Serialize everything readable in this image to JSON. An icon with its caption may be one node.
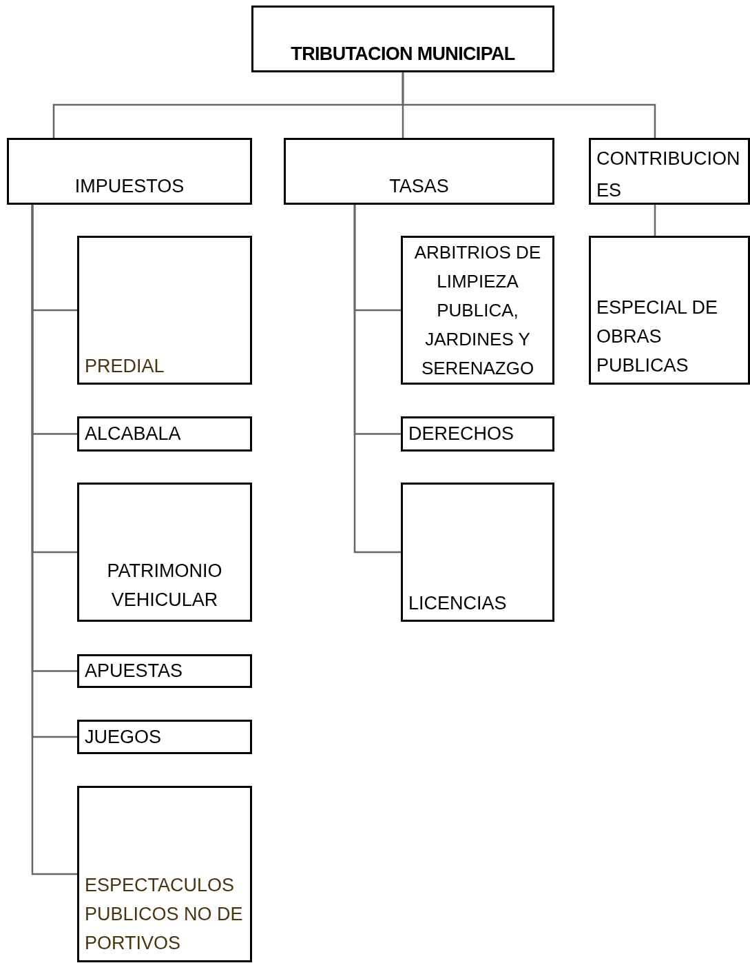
{
  "diagram": {
    "nodes": [
      {
        "text": [
          "TRIBUTACION MUNICIPAL"
        ]
      },
      {
        "text": [
          "IMPUESTOS"
        ]
      },
      {
        "text": [
          "TASAS"
        ]
      },
      {
        "text": [
          "CONTRIBUCIONES"
        ]
      },
      {
        "text": [
          "PREDIAL"
        ]
      },
      {
        "text": [
          "ALCABALA"
        ]
      },
      {
        "text": [
          "PATRIMONIO VEHICULAR"
        ]
      },
      {
        "text": [
          "APUESTAS"
        ]
      },
      {
        "text": [
          "JUEGOS"
        ]
      },
      {
        "text": [
          "ESPECTACULOS PUBLICOS NO DEPORTIVOS"
        ]
      },
      {
        "text": [
          "ARBITRIOS DE LIMPIEZA PUBLICA, JARDINES Y SERENAZGO"
        ]
      },
      {
        "text": [
          "DERECHOS"
        ]
      },
      {
        "text": [
          "LICENCIAS"
        ]
      },
      {
        "text": [
          "ESPECIAL DE OBRAS PUBLICAS"
        ]
      }
    ],
    "edges": [
      {
        "from": 0,
        "to": 1,
        "arrow": "none"
      },
      {
        "from": 0,
        "to": 2,
        "arrow": "none"
      },
      {
        "from": 0,
        "to": 3,
        "arrow": "none"
      },
      {
        "from": 1,
        "to": 4,
        "arrow": "none"
      },
      {
        "from": 1,
        "to": 5,
        "arrow": "none"
      },
      {
        "from": 1,
        "to": 6,
        "arrow": "none"
      },
      {
        "from": 1,
        "to": 7,
        "arrow": "none"
      },
      {
        "from": 1,
        "to": 8,
        "arrow": "none"
      },
      {
        "from": 1,
        "to": 9,
        "arrow": "none"
      },
      {
        "from": 2,
        "to": 10,
        "arrow": "none"
      },
      {
        "from": 2,
        "to": 11,
        "arrow": "none"
      },
      {
        "from": 2,
        "to": 12,
        "arrow": "none"
      },
      {
        "from": 3,
        "to": 13,
        "arrow": "none"
      }
    ]
  }
}
